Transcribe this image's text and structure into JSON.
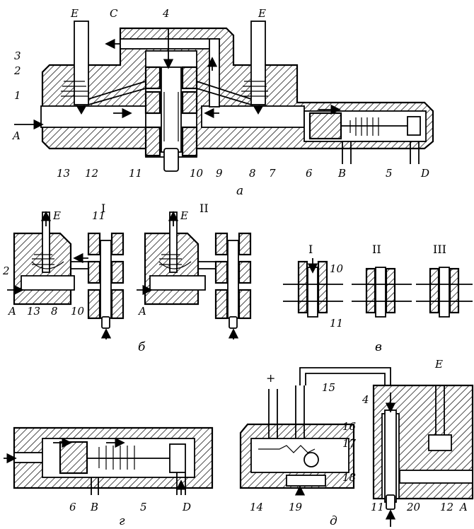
{
  "figures": {
    "a": {
      "caption": "а",
      "labels": [
        "E",
        "C",
        "4",
        "E",
        "3",
        "2",
        "1",
        "A",
        "13",
        "12",
        "11",
        "10",
        "9",
        "8",
        "7",
        "6",
        "B",
        "5",
        "D"
      ]
    },
    "b": {
      "caption": "б",
      "states": [
        "I",
        "II"
      ],
      "labels": [
        "E",
        "11",
        "2",
        "A",
        "13",
        "8",
        "10",
        "E",
        "A"
      ]
    },
    "v": {
      "caption": "в",
      "states": [
        "I",
        "II",
        "III"
      ],
      "labels": [
        "10",
        "11"
      ]
    },
    "g": {
      "caption": "г",
      "labels": [
        "6",
        "B",
        "5",
        "D"
      ]
    },
    "d": {
      "caption": "д",
      "labels": [
        "+",
        "15",
        "4",
        "E",
        "16",
        "17",
        "18",
        "14",
        "19",
        "11",
        "20",
        "12",
        "A"
      ]
    }
  }
}
